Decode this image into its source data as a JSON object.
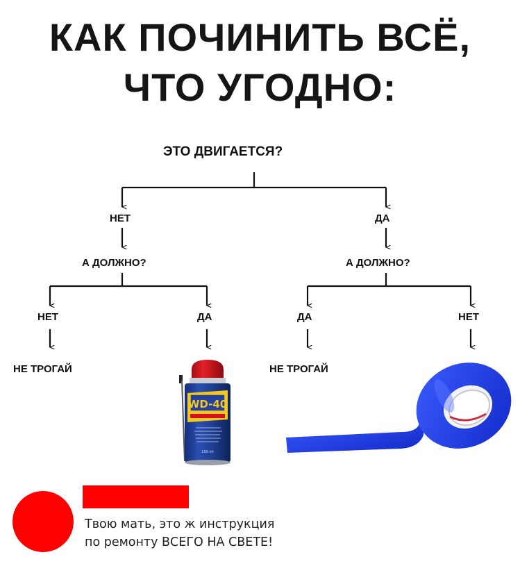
{
  "title": {
    "line1": "КАК ПОЧИНИТЬ ВСЁ,",
    "line2": "ЧТО УГОДНО:"
  },
  "flow": {
    "root": "ЭТО ДВИГАЕТСЯ?",
    "no": "НЕТ",
    "yes": "ДА",
    "should": "А ДОЛЖНО?",
    "dont_touch": "НЕ ТРОГАЙ"
  },
  "products": {
    "spray_brand": "WD-40",
    "spray_volume": "100 ml"
  },
  "comment": {
    "line1": "Твою мать, это ж инструкция",
    "line2": "по ремонту ВСЕГО НА СВЕТЕ!"
  },
  "colors": {
    "red": "#ff0000",
    "tape_blue": "#1a3cf0",
    "spray_blue": "#1f3f94",
    "spray_yellow": "#f2c81e",
    "spray_red": "#d5121b"
  }
}
